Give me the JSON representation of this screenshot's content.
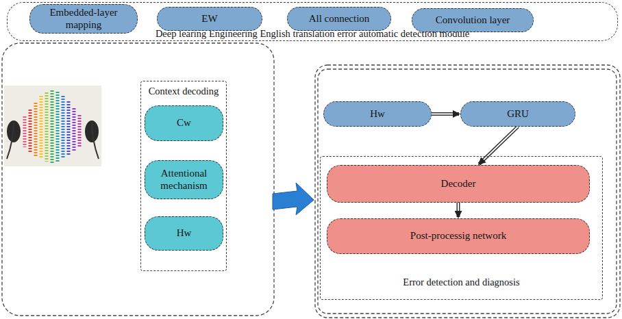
{
  "diagram": {
    "nodes": [
      {
        "text": [
          "Deep learing Engineering English translation error automatic detection module"
        ]
      },
      {
        "text": [
          "Embedded-layer mapping"
        ],
        "in": 0
      },
      {
        "text": [
          "EW"
        ],
        "in": 0
      },
      {
        "text": [
          "All connection"
        ],
        "in": 0
      },
      {
        "text": [
          "Convolution layer"
        ],
        "in": 0
      },
      {
        "text": [
          "Context decoding"
        ]
      },
      {
        "text": [
          "Cw"
        ],
        "in": 5
      },
      {
        "text": [
          "Attentional mechanism"
        ],
        "in": 5
      },
      {
        "text": [
          "Hw"
        ],
        "in": 5
      },
      {
        "text": [
          "Hw"
        ]
      },
      {
        "text": [
          "GRU"
        ]
      },
      {
        "text": [
          "Error detection and diagnosis"
        ]
      },
      {
        "text": [
          "Decoder"
        ],
        "in": 11
      },
      {
        "text": [
          "Post-processig network"
        ],
        "in": 11
      }
    ],
    "edges": [
      {
        "from": 9,
        "to": 10,
        "arrow": "to"
      },
      {
        "from": 10,
        "to": 12,
        "arrow": "to"
      },
      {
        "from": 12,
        "to": 13,
        "arrow": "to"
      }
    ]
  }
}
